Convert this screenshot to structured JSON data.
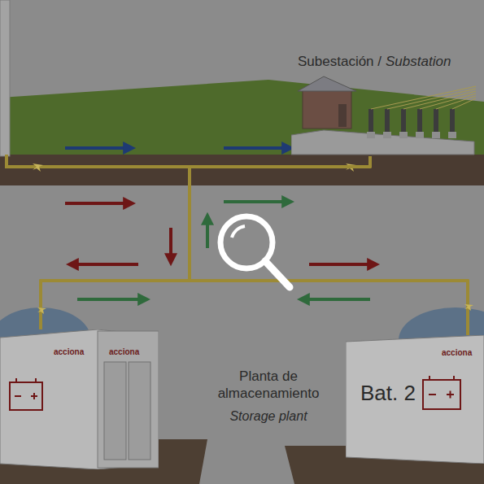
{
  "diagram": {
    "nodes": [
      {
        "text": [
          "Subestación /",
          "Substation"
        ]
      },
      {
        "text": [
          "acciona",
          "acciona"
        ]
      },
      {
        "text": [
          "acciona",
          "Bat. 2"
        ]
      }
    ],
    "edges": [
      {
        "from": 0,
        "to": 1,
        "arrow": "none"
      },
      {
        "from": 0,
        "to": 2,
        "arrow": "none"
      },
      {
        "from": 1,
        "to": 2,
        "arrow": "none"
      }
    ],
    "labels": [
      "Planta de almacenamiento",
      "Storage plant"
    ]
  }
}
